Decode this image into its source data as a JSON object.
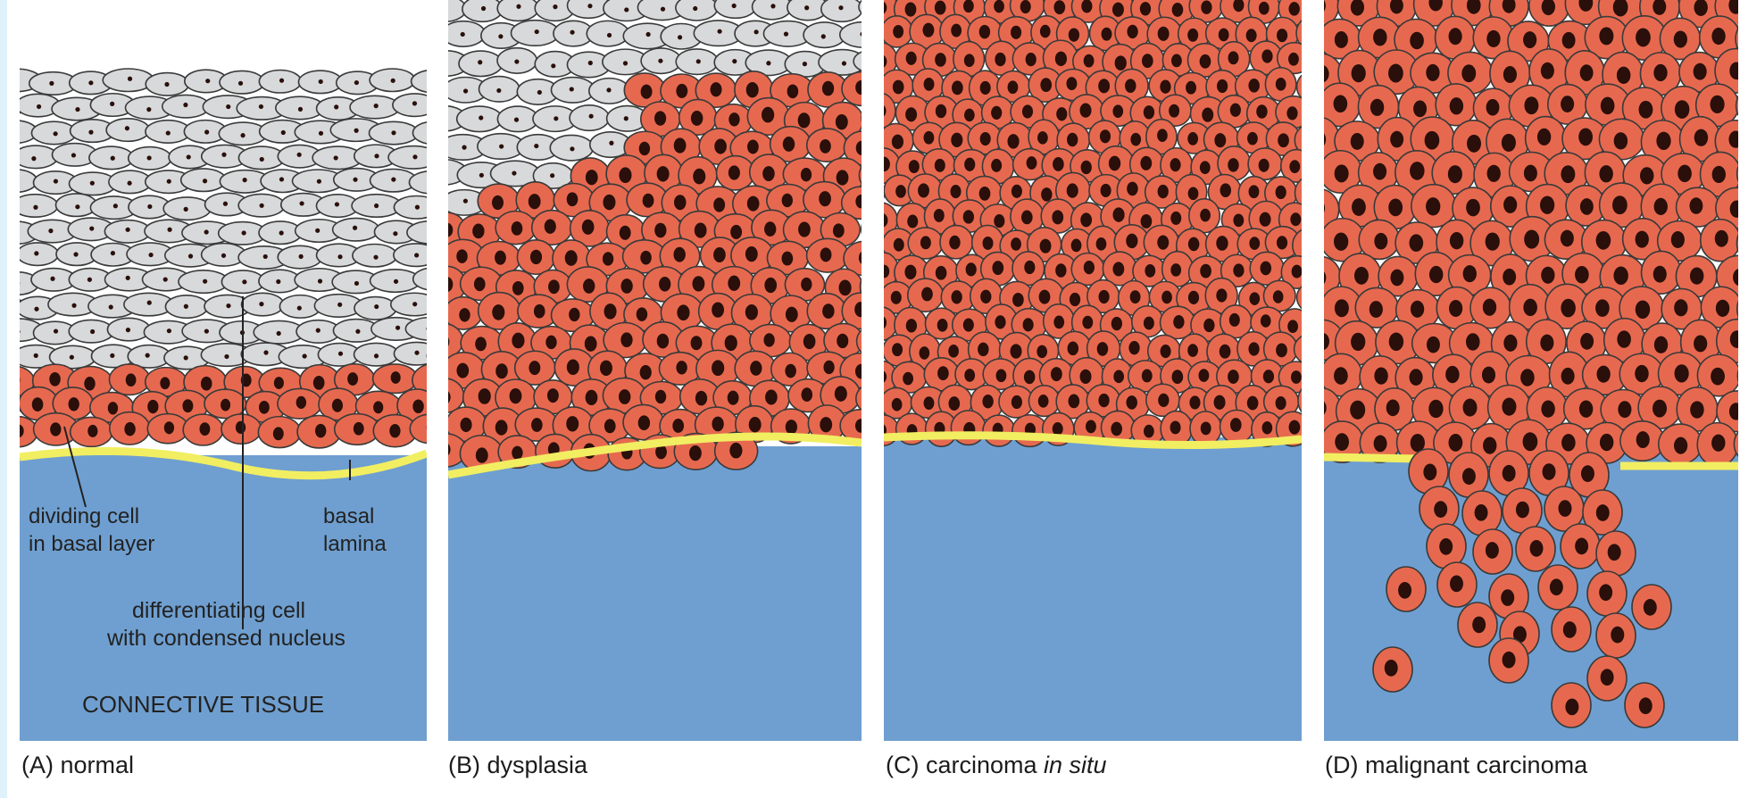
{
  "colors": {
    "frame": "#dff2f9",
    "page": "#ffffff",
    "normal_cell": "#d7d9da",
    "cancer_cell": "#e6694f",
    "cell_outline": "#3a3a3a",
    "nucleus": "#2a0f0a",
    "basal_lamina": "#f1ee62",
    "connective_tissue": "#6f9fd0"
  },
  "panels": [
    {
      "id": "A",
      "caption_prefix": "(A) normal",
      "caption_italic": "",
      "annotations": {
        "dividing_cell_line1": "dividing cell",
        "dividing_cell_line2": "in basal layer",
        "basal_lamina_line1": "basal",
        "basal_lamina_line2": "lamina",
        "differentiating_line1": "differentiating cell",
        "differentiating_line2": "with condensed nucleus",
        "connective_tissue": "CONNECTIVE TISSUE"
      }
    },
    {
      "id": "B",
      "caption_prefix": "(B) dysplasia",
      "caption_italic": ""
    },
    {
      "id": "C",
      "caption_prefix": "(C) carcinoma ",
      "caption_italic": "in situ"
    },
    {
      "id": "D",
      "caption_prefix": "(D) malignant carcinoma",
      "caption_italic": ""
    }
  ]
}
